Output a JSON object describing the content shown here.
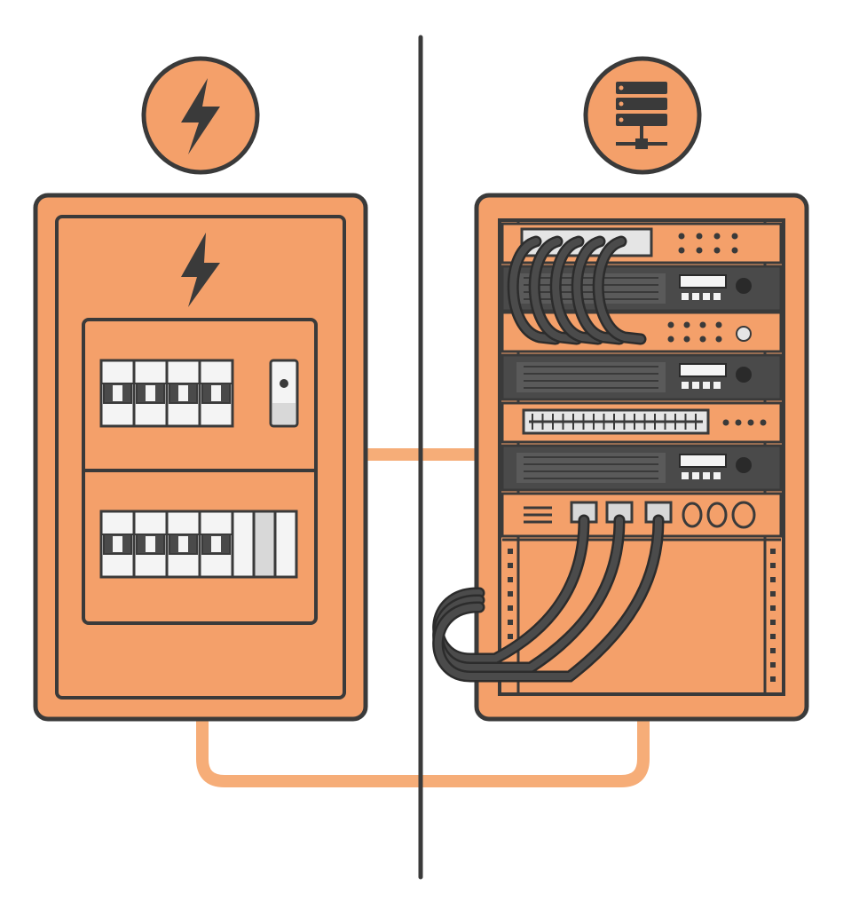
{
  "colors": {
    "background": "#ffffff",
    "orange": "#f4a06a",
    "orange_dark": "#e8915a",
    "connector": "#f6ad78",
    "outline": "#3a3a3a",
    "device": "#4a4a4a",
    "device_face": "#5a5a5a",
    "breaker_white": "#f4f4f4",
    "breaker_gray": "#d8d8d8",
    "cable": "#4b4b4b",
    "cable_highlight": "#7a7a7a"
  },
  "left_panel": {
    "badge_icon": "lightning-bolt-icon",
    "panel_icon": "lightning-bolt-icon",
    "upper_breakers": 4,
    "lower_breakers": 4,
    "lower_blank_modules": 3
  },
  "right_panel": {
    "badge_icon": "server-network-icon",
    "rack_units": [
      "patch-panel",
      "server",
      "switch-panel",
      "server",
      "patch-strip",
      "server",
      "cable-hub"
    ],
    "top_cables": 5,
    "bottom_cables": 3
  }
}
